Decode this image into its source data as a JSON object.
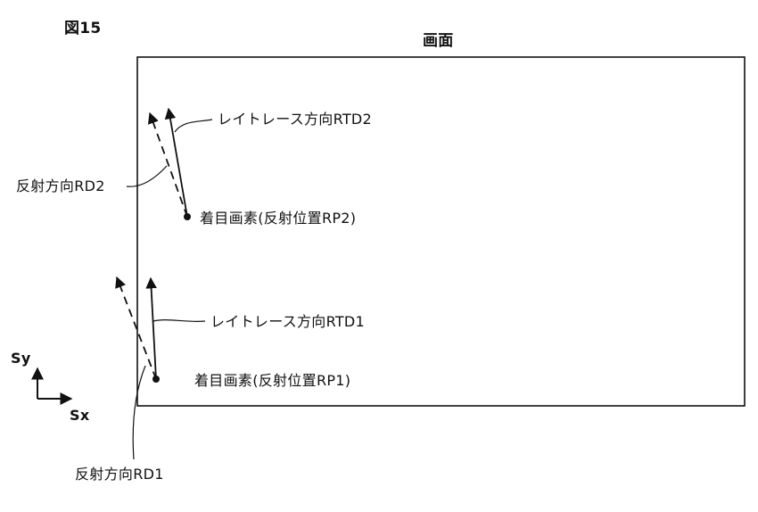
{
  "figure": {
    "title": "図15",
    "screen_label": "画面"
  },
  "labels": {
    "ray_dir_2": "レイトレース方向RTD2",
    "refl_dir_2": "反射方向RD2",
    "pixel_2": "着目画素(反射位置RP2)",
    "ray_dir_1": "レイトレース方向RTD1",
    "pixel_1": "着目画素(反射位置RP1)",
    "refl_dir_1": "反射方向RD1"
  },
  "axes": {
    "y": "Sy",
    "x": "Sx"
  },
  "colors": {
    "ink": "#111111",
    "background": "#ffffff"
  }
}
